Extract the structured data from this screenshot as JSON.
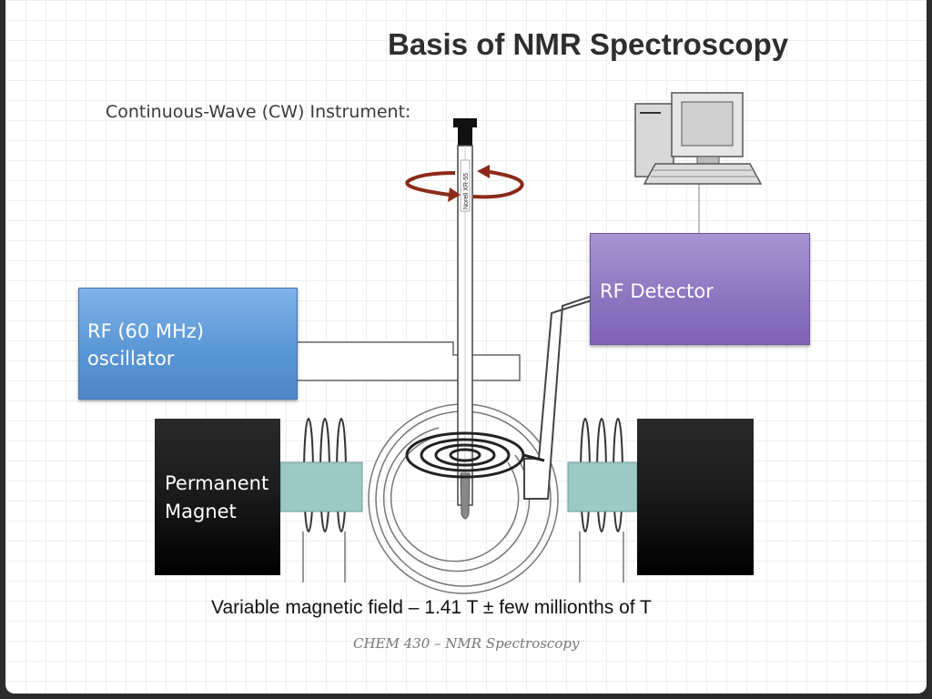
{
  "slide": {
    "title": "Basis of NMR Spectroscopy",
    "subtitle": "Continuous-Wave (CW) Instrument:",
    "caption": "Variable magnetic field – 1.41 T ± few millionths of T",
    "footer": "CHEM 430 – NMR Spectroscopy"
  },
  "components": {
    "oscillator_line1": "RF (60 MHz)",
    "oscillator_line2": "oscillator",
    "detector": "RF Detector",
    "magnet_line1": "Permanent",
    "magnet_line2": "Magnet",
    "tube_label": "Norell XR-55"
  },
  "colors": {
    "oscillator": "#5b97d6",
    "detector": "#8d74c0",
    "magnet": "#1c1c1c",
    "pole_piece": "#9cc9c6",
    "rotation_arrows": "#8b2a1a"
  },
  "icons": [
    "computer-icon",
    "rotation-arrows-icon"
  ]
}
